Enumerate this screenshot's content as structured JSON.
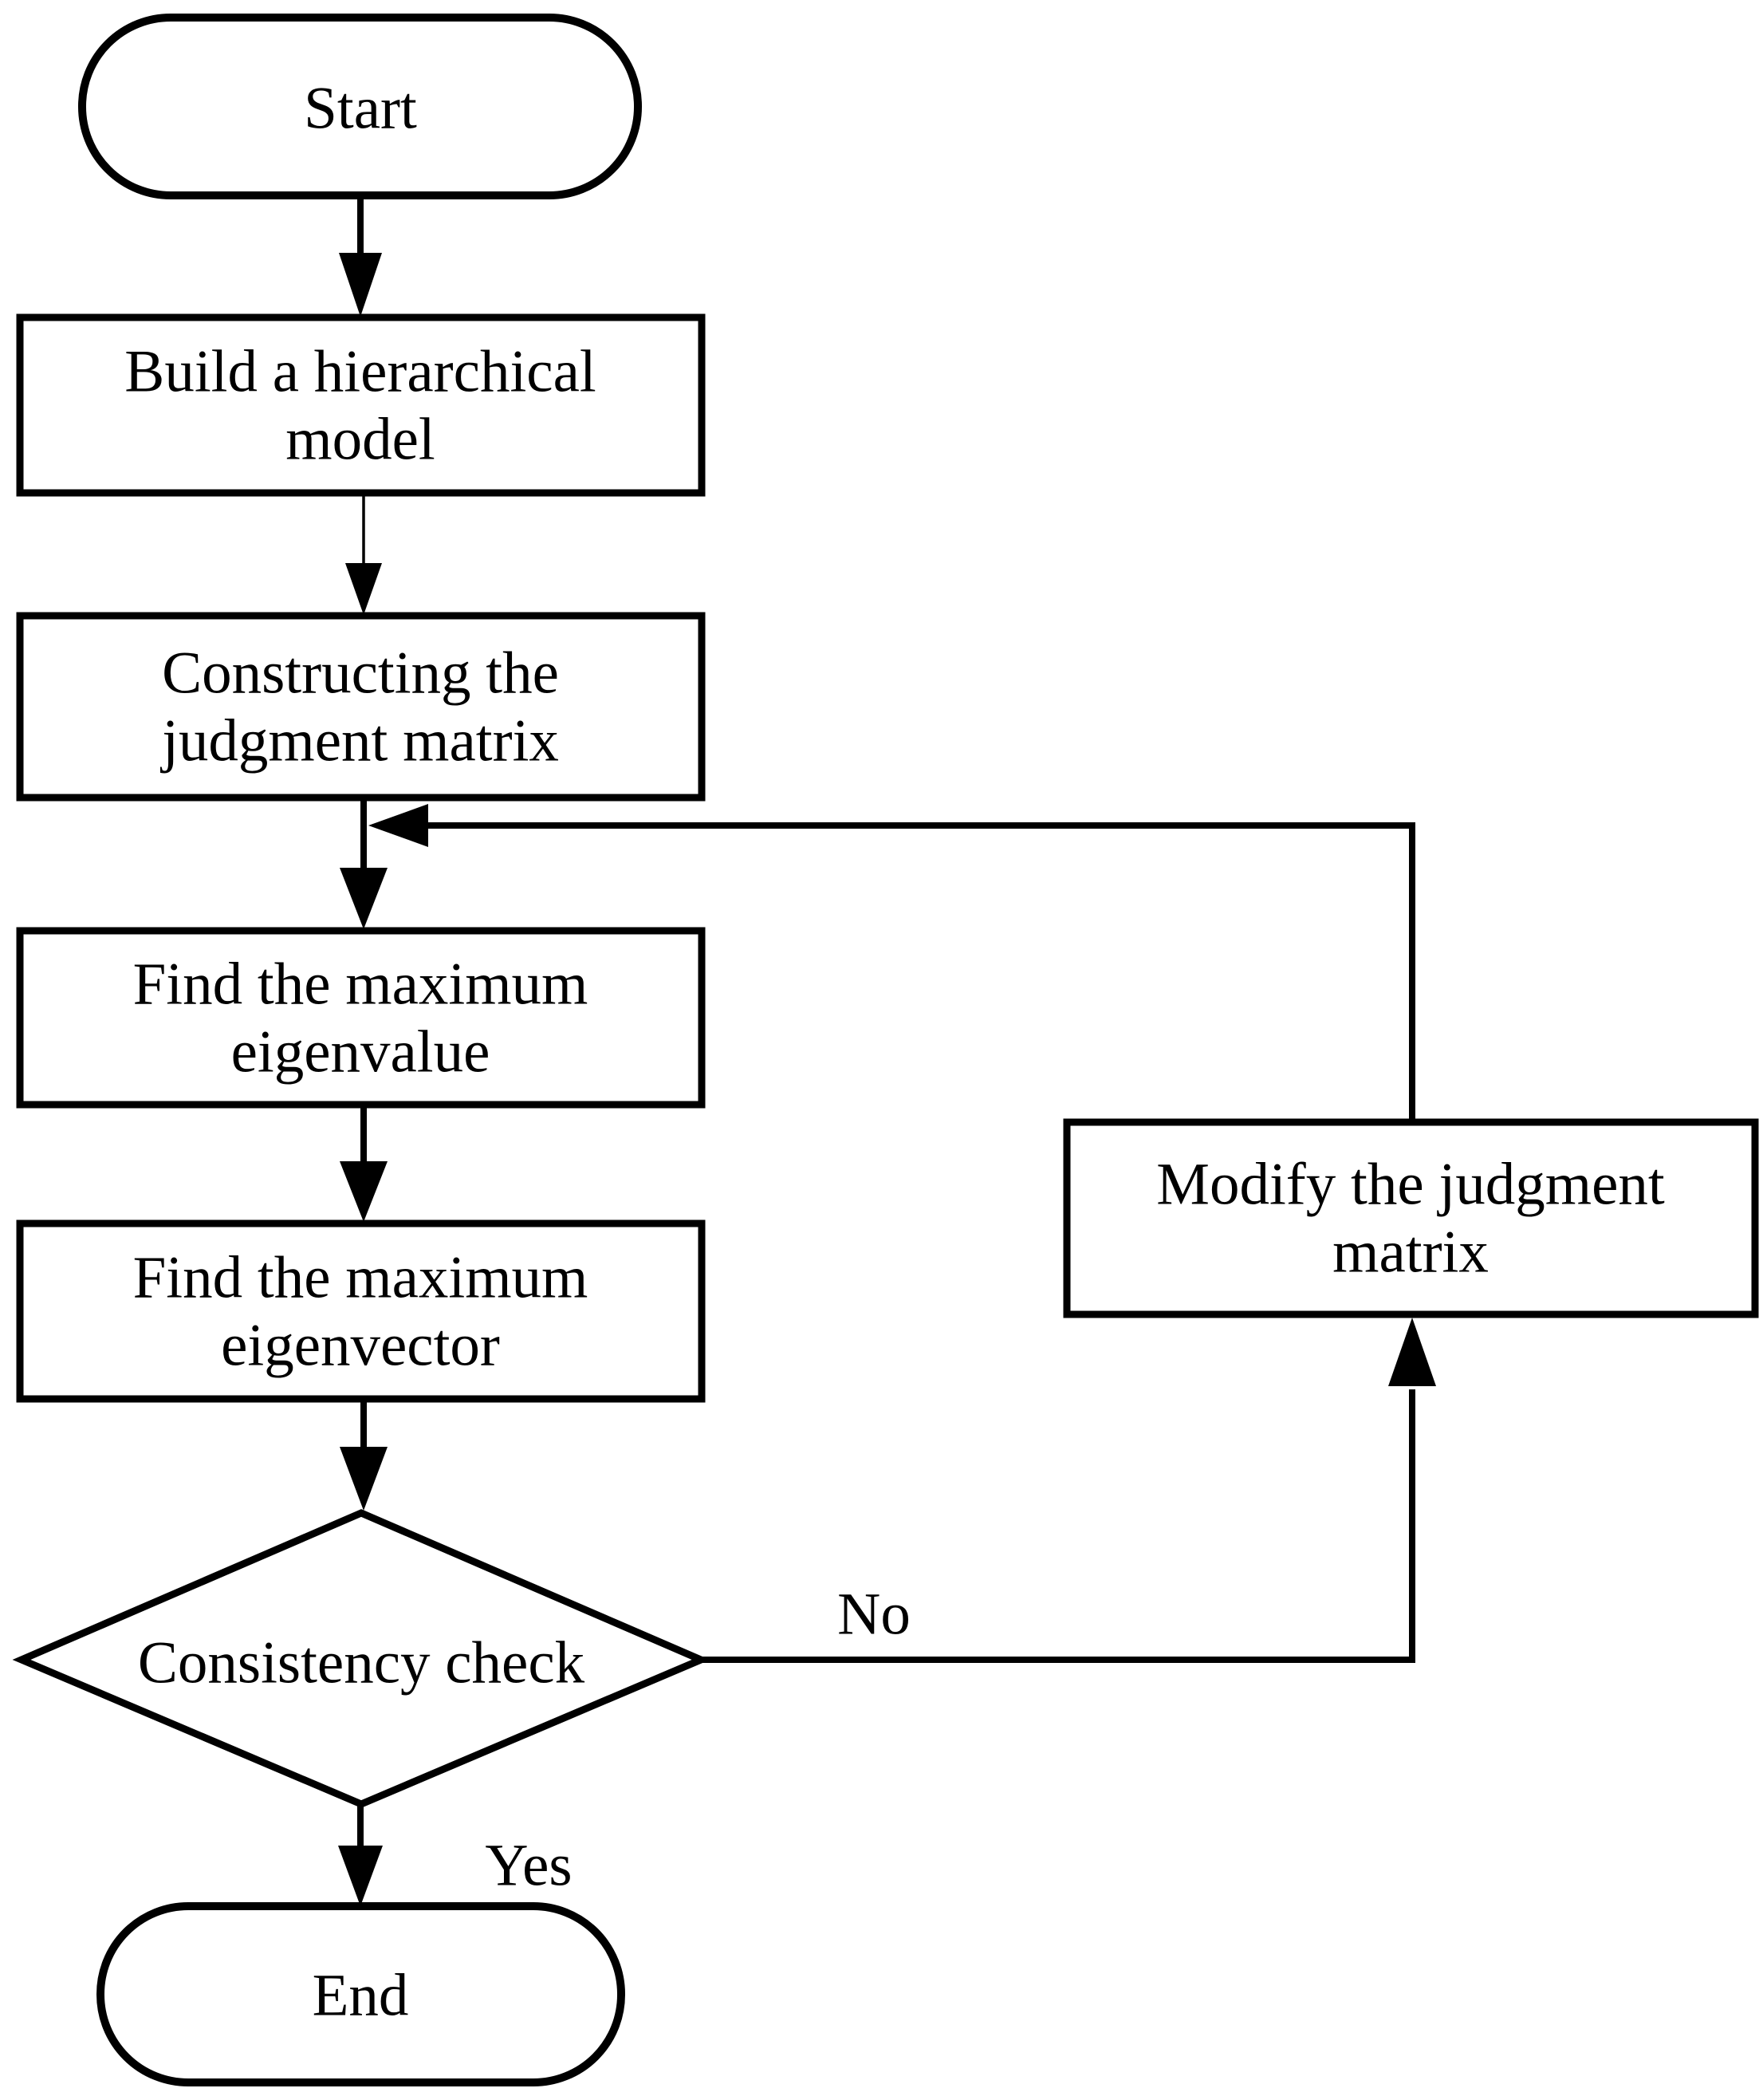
{
  "diagram": {
    "background": "#ffffff",
    "stroke_color": "#000000",
    "text_color": "#000000",
    "nodes": {
      "start": {
        "label": "Start"
      },
      "build_model": {
        "line1": "Build a hierarchical",
        "line2": "model"
      },
      "construct_matrix": {
        "line1": "Constructing the",
        "line2": "judgment matrix"
      },
      "find_eigenvalue": {
        "line1": "Find the maximum",
        "line2": "eigenvalue"
      },
      "find_eigenvector": {
        "line1": "Find the maximum",
        "line2": "eigenvector"
      },
      "consistency_check": {
        "label": "Consistency check"
      },
      "modify_matrix": {
        "line1": "Modify the judgment",
        "line2": "matrix"
      },
      "end": {
        "label": "End"
      }
    },
    "edges": {
      "no_label": "No",
      "yes_label": "Yes"
    }
  }
}
